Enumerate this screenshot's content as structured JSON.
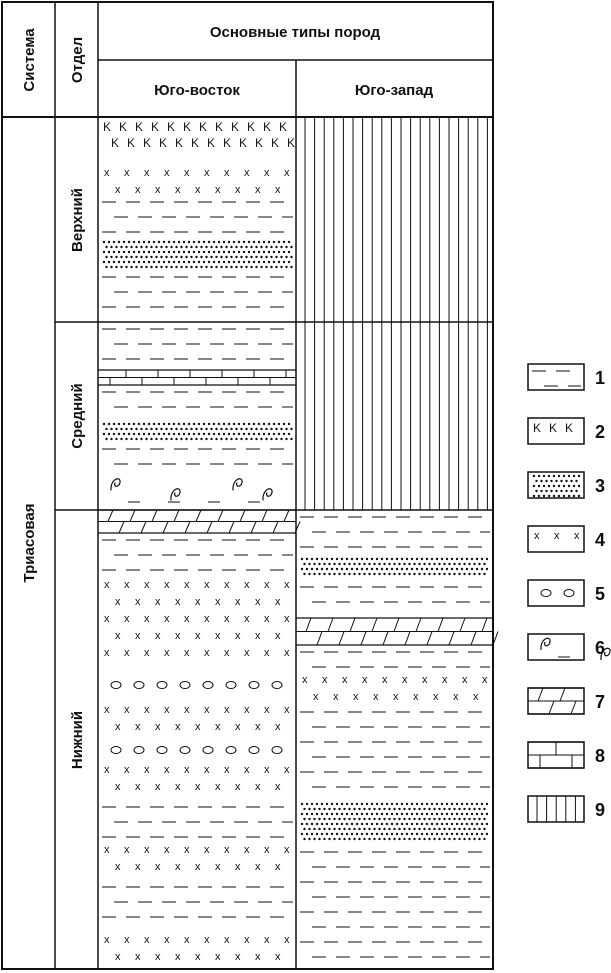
{
  "header": {
    "system_label": "Система",
    "division_label": "Отдел",
    "rock_types_title": "Основные типы пород",
    "col_southeast": "Юго-восток",
    "col_southwest": "Юго-запад"
  },
  "system": {
    "name": "Триасовая"
  },
  "divisions": [
    {
      "name": "Верхний"
    },
    {
      "name": "Средний"
    },
    {
      "name": "Нижний"
    }
  ],
  "legend": [
    {
      "number": "1",
      "pattern": "dashes"
    },
    {
      "number": "2",
      "pattern": "k-letters"
    },
    {
      "number": "3",
      "pattern": "dots"
    },
    {
      "number": "4",
      "pattern": "crosses"
    },
    {
      "number": "5",
      "pattern": "ovals"
    },
    {
      "number": "6",
      "pattern": "loops"
    },
    {
      "number": "7",
      "pattern": "slashed-bricks"
    },
    {
      "number": "8",
      "pattern": "bricks"
    },
    {
      "number": "9",
      "pattern": "vertical-lines"
    }
  ],
  "columns": {
    "southeast": {
      "upper": [
        "k-letters",
        "crosses",
        "dashes",
        "dots",
        "dashes"
      ],
      "middle": [
        "dashes",
        "bricks",
        "dashes",
        "dots",
        "dashes",
        "loops"
      ],
      "lower": [
        "slashed-bricks",
        "dashes",
        "crosses",
        "ovals",
        "crosses",
        "ovals",
        "crosses",
        "dashes",
        "crosses",
        "dashes",
        "crosses"
      ]
    },
    "southwest": {
      "upper": [
        "vertical-lines"
      ],
      "middle": [
        "vertical-lines"
      ],
      "lower": [
        "dashes",
        "dots",
        "dashes",
        "slashed-bricks",
        "dashes",
        "crosses",
        "dashes",
        "dots",
        "dashes"
      ]
    }
  }
}
